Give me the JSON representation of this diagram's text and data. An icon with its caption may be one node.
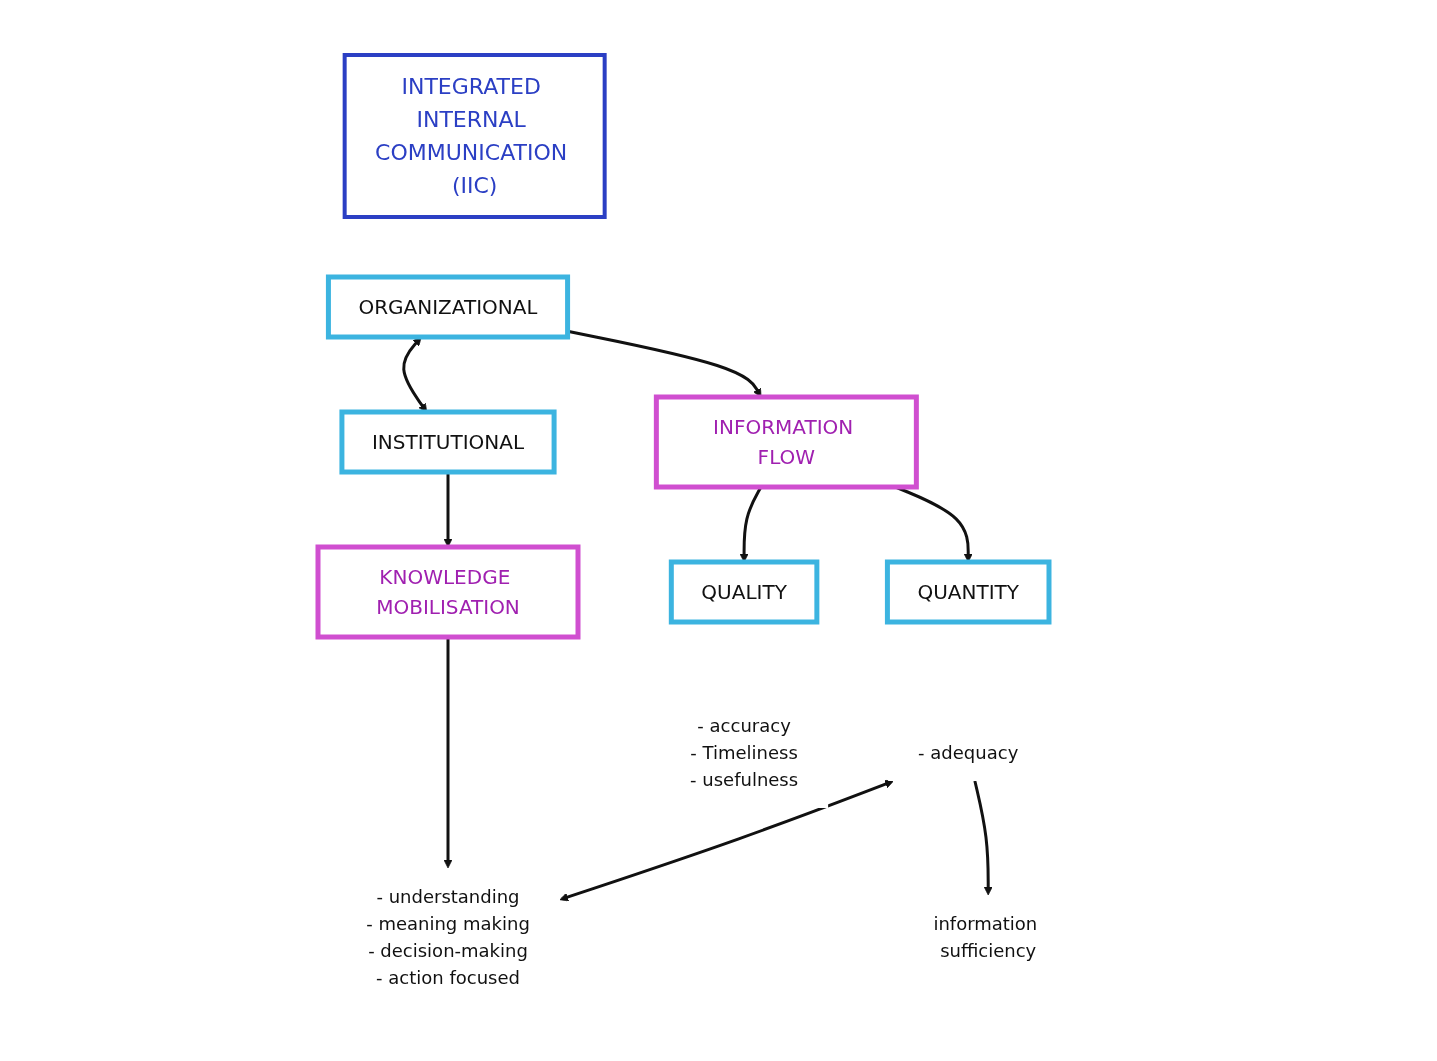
{
  "diagram": {
    "nodes": [
      {
        "text": [
          "INTEGRATED INTERNAL COMMUNICATION (IIC)"
        ]
      },
      {
        "text": [
          "ORGANIZATIONAL"
        ]
      },
      {
        "text": [
          "INSTITUTIONAL"
        ]
      },
      {
        "text": [
          "INFORMATION FLOW"
        ]
      },
      {
        "text": [
          "KNOWLEDGE MOBILISATION"
        ]
      },
      {
        "text": [
          "QUALITY"
        ],
        "beside": [
          "- accuracy",
          "- Timeliness",
          "- usefulness"
        ]
      },
      {
        "text": [
          "QUANTITY"
        ]
      },
      {
        "text": [
          "- adequacy"
        ]
      },
      {
        "text": [
          "information sufficiency"
        ]
      },
      {
        "text": [
          "- understanding",
          "- meaning making",
          "- decision-making",
          "- action focused"
        ]
      }
    ],
    "edges": [
      {
        "from": 1,
        "to": 2,
        "arrow": "both"
      },
      {
        "from": 1,
        "to": 3,
        "arrow": "to"
      },
      {
        "from": 2,
        "to": 4,
        "arrow": "to"
      },
      {
        "from": 3,
        "to": 5,
        "arrow": "to"
      },
      {
        "from": 3,
        "to": 6,
        "arrow": "to"
      },
      {
        "from": 4,
        "to": 9,
        "arrow": "to"
      },
      {
        "from": 7,
        "to": 9,
        "arrow": "both"
      },
      {
        "from": 7,
        "to": 8,
        "arrow": "to"
      }
    ]
  }
}
